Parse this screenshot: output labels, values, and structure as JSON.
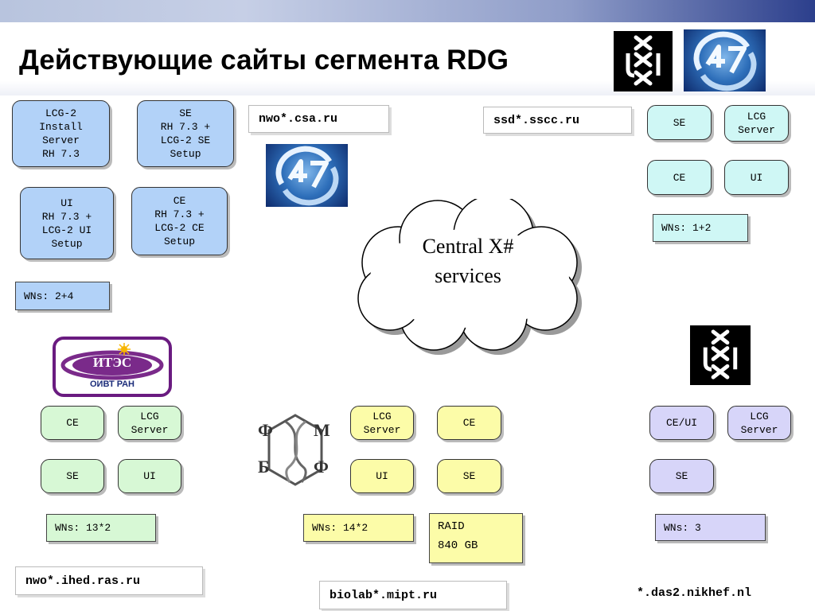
{
  "title": "Действующие сайты сегмента RDG",
  "cloud": {
    "line1": "Central X#",
    "line2": "services"
  },
  "itep_logo": {
    "name": "ИТЭС",
    "subtitle": "ОИВТ РАН"
  },
  "fbmf_logo": {
    "letters": [
      "Ф",
      "М",
      "Б",
      "Ф"
    ]
  },
  "sites": {
    "csa": "nwo*.csa.ru",
    "sscc": "ssd*.sscc.ru",
    "ihed": "nwo*.ihed.ras.ru",
    "mipt": "biolab*.mipt.ru",
    "nikhef": "*.das2.nikhef.nl"
  },
  "csa_nodes": {
    "install": "LCG-2\nInstall\nServer\nRH 7.3",
    "se": "SE\nRH 7.3 +\nLCG-2 SE\nSetup",
    "ui": "UI\nRH 7.3 +\nLCG-2 UI\nSetup",
    "ce": "CE\nRH 7.3 +\nLCG-2 CE\nSetup",
    "wns": "WNs: 2+4"
  },
  "sscc_nodes": {
    "se": "SE",
    "lcg": "LCG\nServer",
    "ce": "CE",
    "ui": "UI",
    "wns": "WNs: 1+2"
  },
  "ihed_nodes": {
    "ce": "CE",
    "lcg": "LCG\nServer",
    "se": "SE",
    "ui": "UI",
    "wns": "WNs: 13*2"
  },
  "mipt_nodes": {
    "lcg": "LCG\nServer",
    "ce": "CE",
    "ui": "UI",
    "se": "SE",
    "wns": "WNs: 14*2",
    "raid": "RAID\n840 GB"
  },
  "nikhef_nodes": {
    "ceui": "CE/UI",
    "lcg": "LCG\nServer",
    "se": "SE",
    "wns": "WNs: 3"
  },
  "colors": {
    "csa_blue": "#b2d2f8",
    "sscc_cyan": "#cff7f5",
    "ihed_green": "#d7f8d5",
    "mipt_yellow": "#fcfca8",
    "nikhef_lilac": "#d7d5f9",
    "itep_purple": "#6a1b80"
  }
}
